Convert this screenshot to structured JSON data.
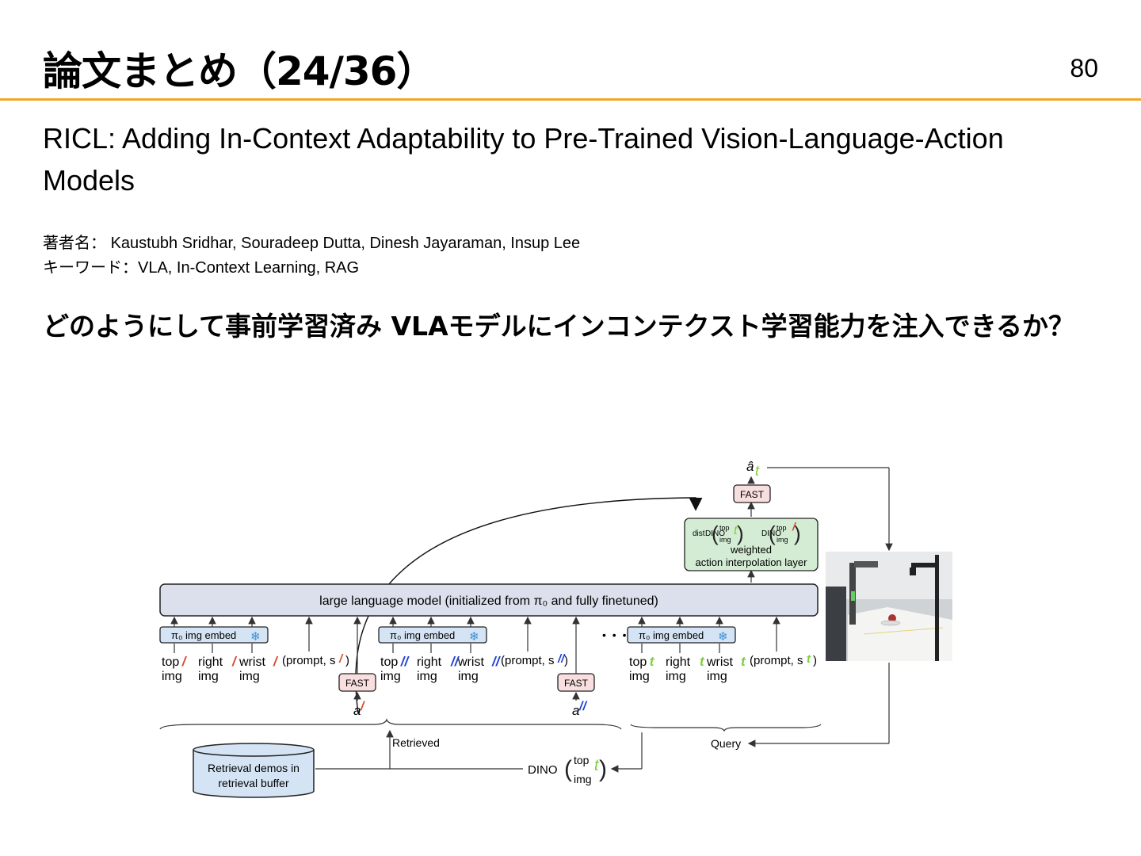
{
  "slide": {
    "title": "論文まとめ（24/36）",
    "page_number": "80",
    "paper_title": "RICL: Adding In-Context Adaptability to Pre-Trained Vision-Language-Action Models",
    "authors_label": "著者名：",
    "authors": "Kaustubh Sridhar, Souradeep Dutta, Dinesh Jayaraman, Insup Lee",
    "keywords_label": "キーワード：",
    "keywords": "VLA, In-Context Learning, RAG",
    "question": "どのようにして事前学習済み VLAモデルにインコンテクスト学習能力を注入できるか？",
    "accent_color": "#f5a623"
  },
  "figure": {
    "llm_label": "large language model (initialized from π₀ and fully finetuned)",
    "embed_label": "π₀ img embed",
    "snowflake_icon": "snowflake-icon",
    "fast_label": "FAST",
    "img_top": "top",
    "img_right": "right",
    "img_wrist": "wrist",
    "img_word": "img",
    "prompt": "(prompt, s",
    "prompt_close": ")",
    "ellipsis": "• • •",
    "retrieved_label": "Retrieved",
    "query_label": "Query",
    "buffer_line1": "Retrieval demos in",
    "buffer_line2": "retrieval buffer",
    "dino": "DINO",
    "dist": "dist",
    "weighted_line1": "weighted",
    "weighted_line2": "action interpolation layer",
    "a_hat": "â",
    "a": "a",
    "t": "t",
    "prime1": "/",
    "prime2": "//",
    "color_prime1": "#d9492e",
    "color_prime2": "#1f3fd6",
    "color_t": "#7ccd3a",
    "color_llm": "#dcdfec",
    "color_embed": "#d4e4f4",
    "color_interp": "#d4ecd4",
    "color_fast": "#f8dede",
    "robot_image": "robot-photo"
  }
}
